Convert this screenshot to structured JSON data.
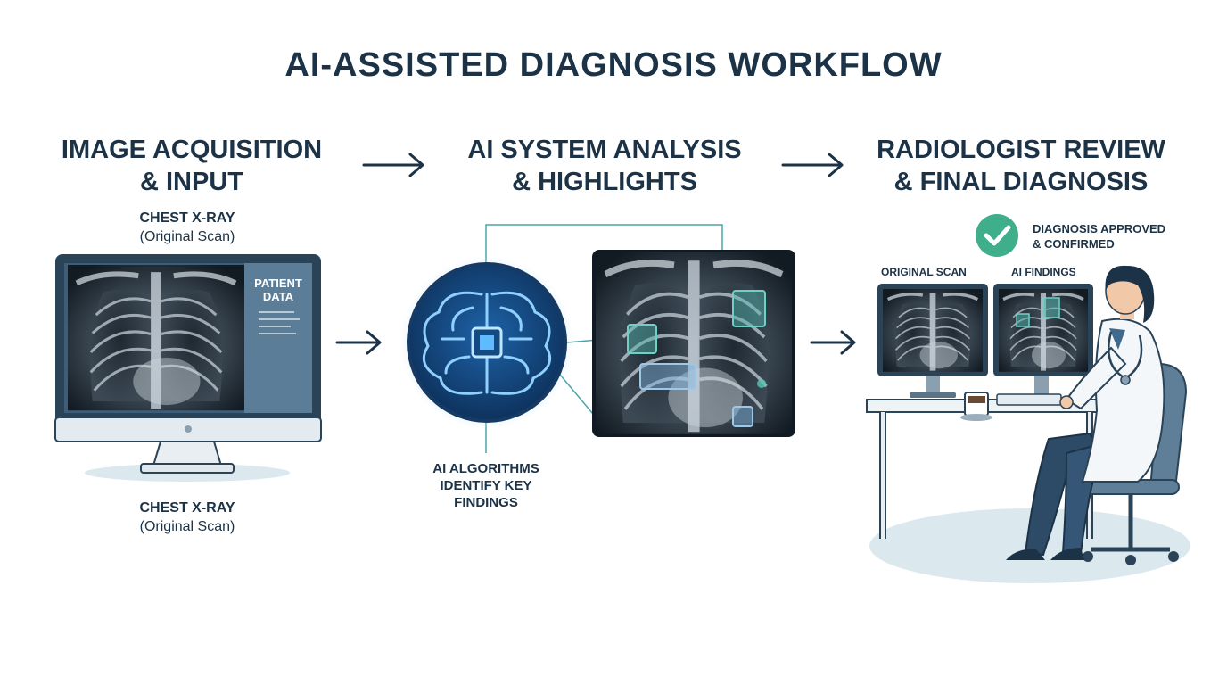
{
  "title": "AI-ASSISTED DIAGNOSIS WORKFLOW",
  "stages": [
    {
      "line1": "IMAGE ACQUISITION",
      "line2": "& INPUT"
    },
    {
      "line1": "AI SYSTEM ANALYSIS",
      "line2": "& HIGHLIGHTS"
    },
    {
      "line1": "RADIOLOGIST REVIEW",
      "line2": "& FINAL DIAGNOSIS"
    }
  ],
  "stage1": {
    "top_caption_bold": "CHEST X-RAY",
    "top_caption_sub": "(Original Scan)",
    "monitor_panel_line1": "PATIENT",
    "monitor_panel_line2": "DATA",
    "bottom_caption_bold": "CHEST X-RAY",
    "bottom_caption_sub": "(Original Scan)"
  },
  "stage2": {
    "algo_line1": "AI ALGORITHMS",
    "algo_line2": "IDENTIFY KEY",
    "algo_line3": "FINDINGS"
  },
  "stage3": {
    "approved_line1": "DIAGNOSIS APPROVED",
    "approved_line2": "& CONFIRMED",
    "screen_left_label": "ORIGINAL SCAN",
    "screen_right_label": "AI FINDINGS"
  },
  "colors": {
    "navy": "#1c3347",
    "teal_accent": "#2aa3a3",
    "approved_green": "#3fae8a",
    "brain_blue": "#1e7fd6"
  }
}
